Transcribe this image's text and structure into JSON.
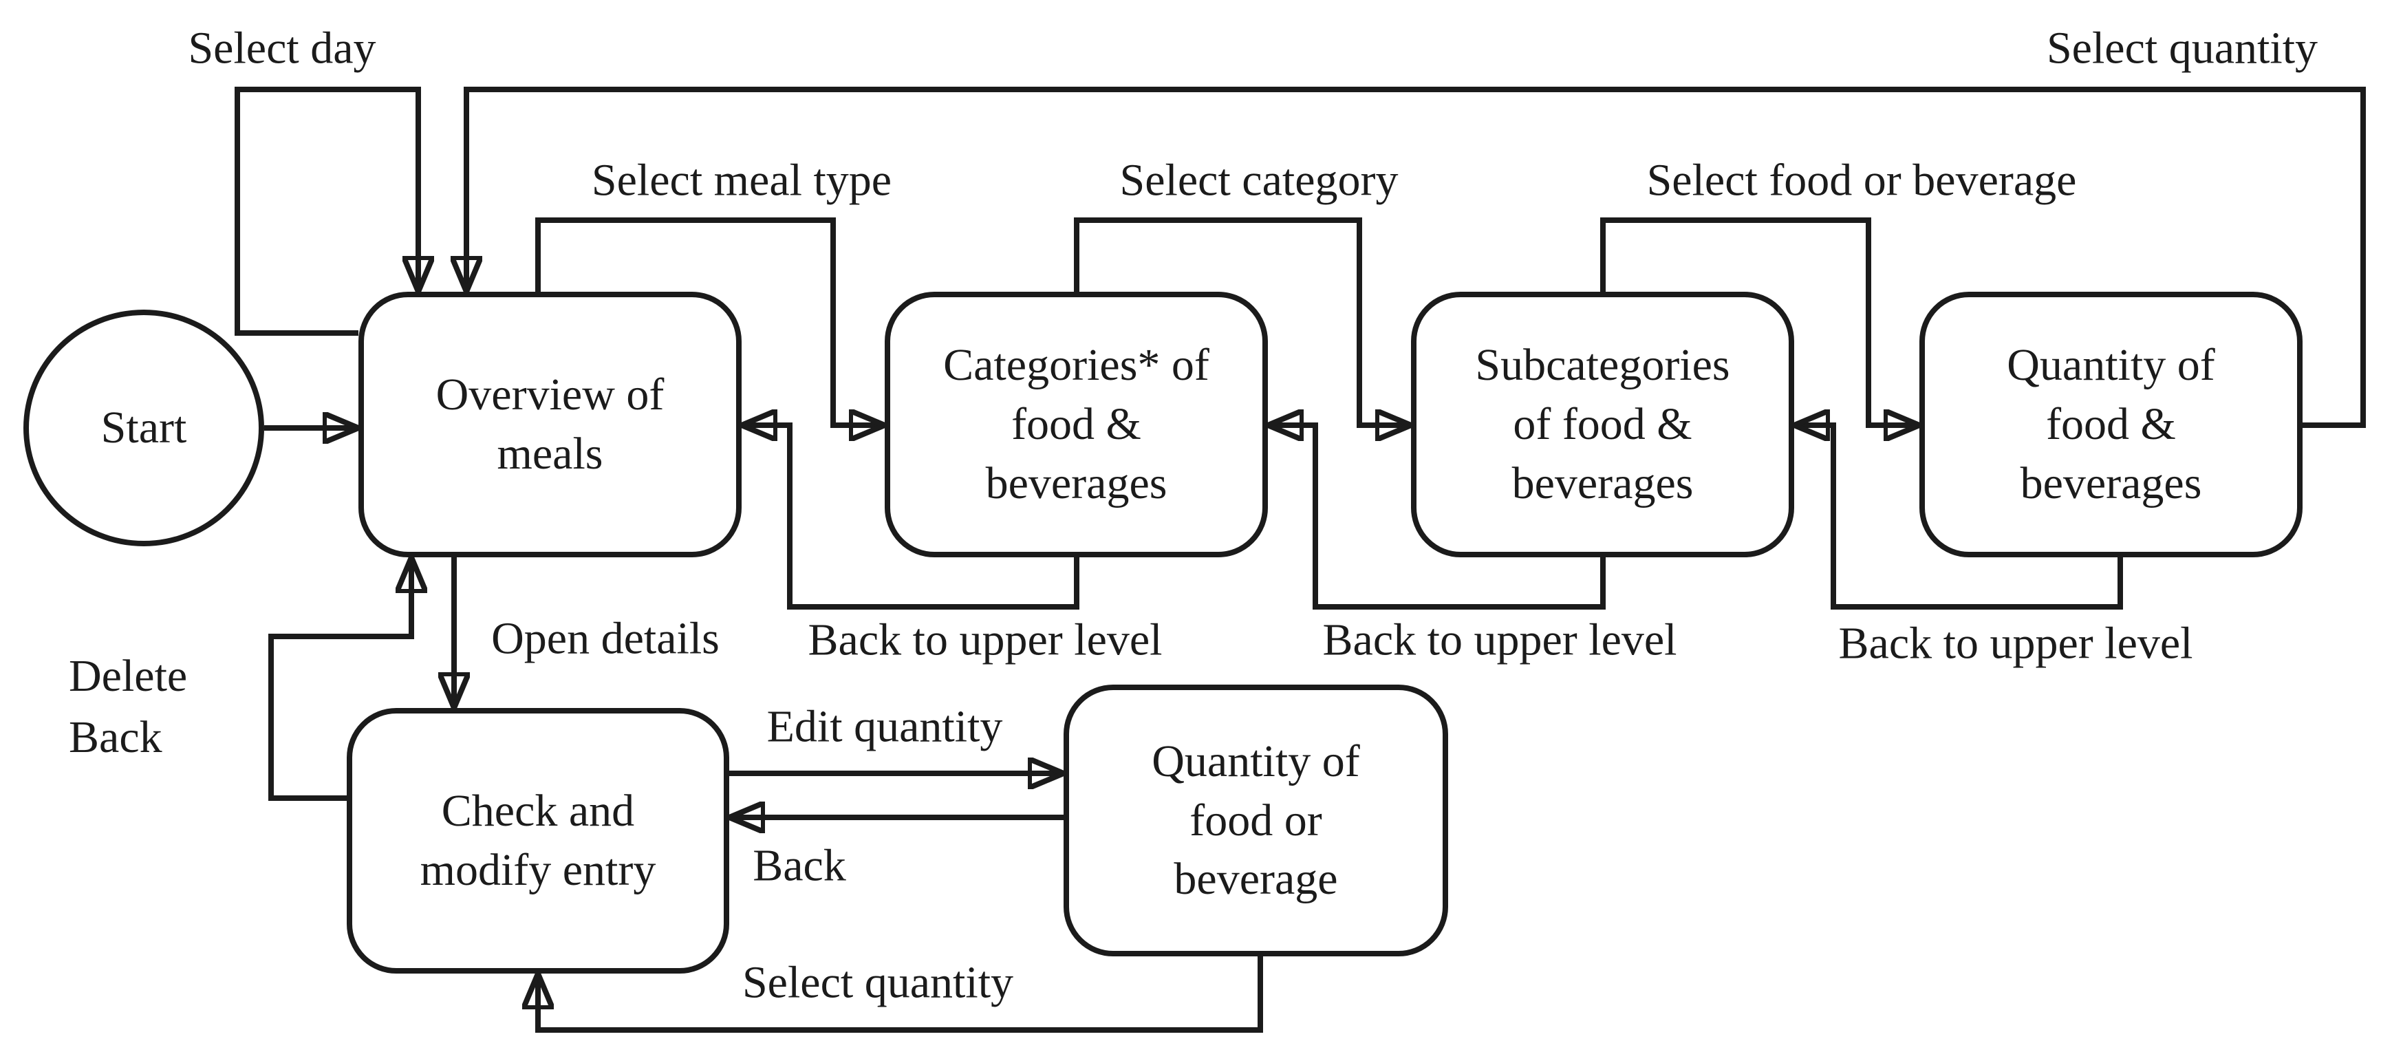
{
  "diagram_type": "state-flow-diagram",
  "colors": {
    "ink": "#1b1b1b",
    "background": "#ffffff"
  },
  "nodes": {
    "start": {
      "label": "Start",
      "shape": "ellipse"
    },
    "overview_of_meals": {
      "label": "Overview of\nmeals",
      "shape": "rounded-rect"
    },
    "categories_food_beverages": {
      "label": "Categories* of\nfood &\nbeverages",
      "shape": "rounded-rect"
    },
    "subcategories_food_beverages": {
      "label": "Subcategories\nof food &\nbeverages",
      "shape": "rounded-rect"
    },
    "quantity_food_beverages": {
      "label": "Quantity of\nfood &\nbeverages",
      "shape": "rounded-rect"
    },
    "check_and_modify_entry": {
      "label": "Check and\nmodify entry",
      "shape": "rounded-rect"
    },
    "quantity_food_or_beverage": {
      "label": "Quantity of\nfood or\nbeverage",
      "shape": "rounded-rect"
    }
  },
  "edge_labels": {
    "select_day": "Select day",
    "select_quantity_top": "Select quantity",
    "select_meal_type": "Select meal type",
    "select_category": "Select category",
    "select_food_or_beverage": "Select food or beverage",
    "back_to_upper_level_1": "Back to upper level",
    "back_to_upper_level_2": "Back to upper level",
    "back_to_upper_level_3": "Back to upper level",
    "open_details": "Open details",
    "delete_back": "Delete\nBack",
    "edit_quantity": "Edit quantity",
    "back_mid": "Back",
    "select_quantity_bottom": "Select quantity"
  }
}
